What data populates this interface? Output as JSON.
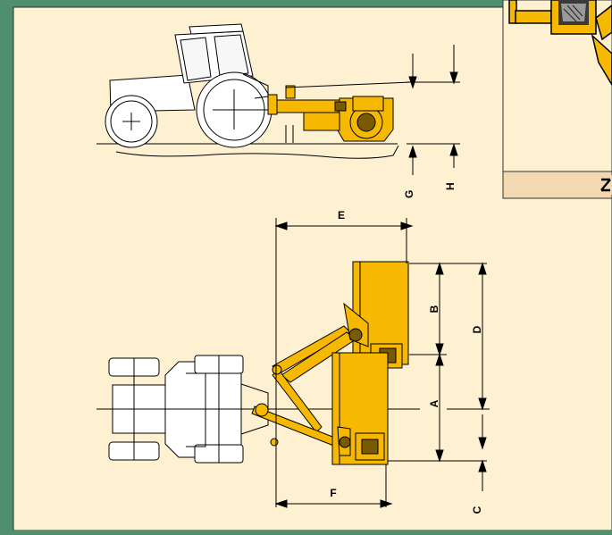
{
  "colors": {
    "frame": "#4f8f6f",
    "paper": "#fdf1d2",
    "machine_yellow": "#f6b800",
    "machine_dark": "#7a5a00",
    "inset_band": "#f3d9b2",
    "ink": "#000000",
    "tractor_fill": "#ffffff"
  },
  "dimension_labels": {
    "A": "A",
    "B": "B",
    "C": "C",
    "D": "D",
    "E": "E",
    "F": "F",
    "G": "G",
    "H": "H"
  },
  "inset": {
    "label": "Z"
  }
}
